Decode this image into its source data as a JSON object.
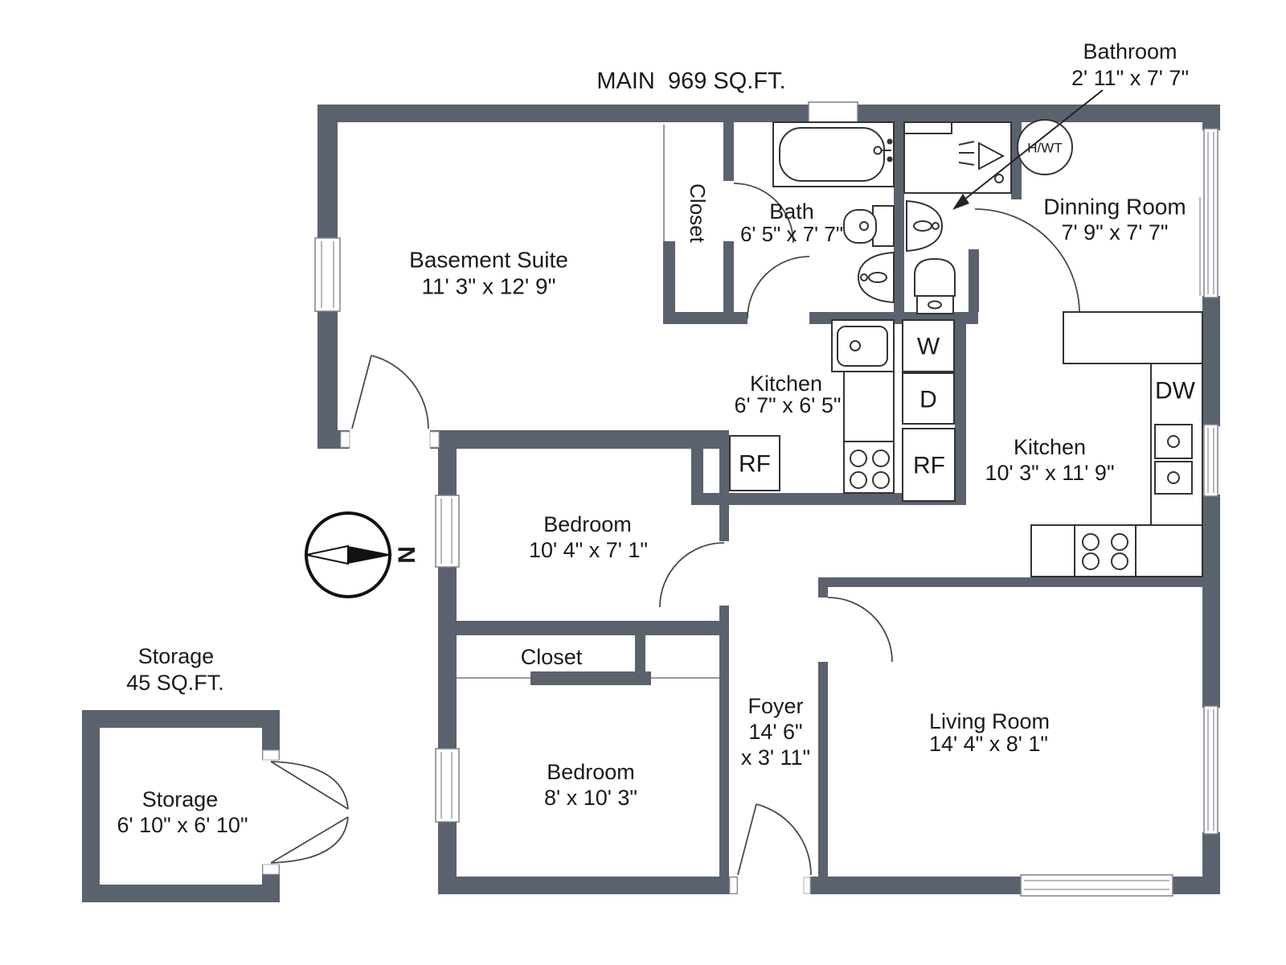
{
  "title": "MAIN  969 SQ.FT.",
  "callout": {
    "name": "Bathroom",
    "dims": "2' 11\" x 7' 7\""
  },
  "rooms": {
    "basement_suite": {
      "name": "Basement Suite",
      "dims": "11' 3\" x 12' 9\""
    },
    "closet_top": {
      "name": "Closet"
    },
    "bath": {
      "name": "Bath",
      "dims": "6' 5\" x 7' 7\""
    },
    "dining_room": {
      "name": "Dinning Room",
      "dims": "7' 9\" x 7' 7\""
    },
    "kitchen_small": {
      "name": "Kitchen",
      "dims": "6' 7\" x 6' 5\""
    },
    "kitchen_main": {
      "name": "Kitchen",
      "dims": "10' 3\" x 11' 9\""
    },
    "bedroom_1": {
      "name": "Bedroom",
      "dims": "10' 4\" x 7' 1\""
    },
    "closet_mid": {
      "name": "Closet"
    },
    "bedroom_2": {
      "name": "Bedroom",
      "dims": "8' x 10' 3\""
    },
    "foyer": {
      "name": "Foyer",
      "dims_line1": "14' 6\"",
      "dims_line2": "x 3' 11\""
    },
    "living_room": {
      "name": "Living Room",
      "dims": "14' 4\" x 8' 1\""
    },
    "storage": {
      "name": "Storage",
      "dims": "6' 10\" x 6' 10\""
    }
  },
  "storage_callout": {
    "name": "Storage",
    "area": "45 SQ.FT."
  },
  "appliances": {
    "washer": "W",
    "dryer": "D",
    "fridge": "RF",
    "dishwasher": "DW",
    "hot_water_tank": "H/WT"
  },
  "compass": {
    "north": "N"
  },
  "colors": {
    "wall": "#5a626e",
    "fixture": "#333333",
    "text": "#1a1a1a"
  }
}
